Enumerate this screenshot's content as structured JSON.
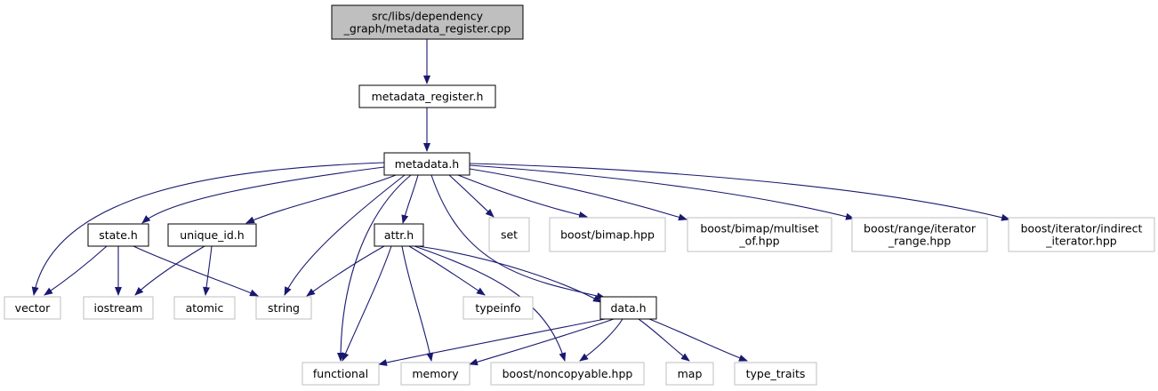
{
  "colors": {
    "edge": "#191970",
    "root_fill": "#bfbfbf",
    "header_border": "#000000",
    "header_fill": "#ffffff",
    "external_border": "#bfbfbf",
    "external_text": "#404040",
    "text": "#000000"
  },
  "nodes": {
    "root": {
      "lines": [
        "src/libs/dependency",
        "_graph/metadata_register.cpp"
      ],
      "kind": "root"
    },
    "metadata_register": {
      "lines": [
        "metadata_register.h"
      ],
      "kind": "header"
    },
    "metadata": {
      "lines": [
        "metadata.h"
      ],
      "kind": "header"
    },
    "state": {
      "lines": [
        "state.h"
      ],
      "kind": "header"
    },
    "unique_id": {
      "lines": [
        "unique_id.h"
      ],
      "kind": "header"
    },
    "attr": {
      "lines": [
        "attr.h"
      ],
      "kind": "header"
    },
    "set": {
      "lines": [
        "set"
      ],
      "kind": "external"
    },
    "boost_bimap": {
      "lines": [
        "boost/bimap.hpp"
      ],
      "kind": "external"
    },
    "boost_multiset": {
      "lines": [
        "boost/bimap/multiset",
        "_of.hpp"
      ],
      "kind": "external"
    },
    "boost_range": {
      "lines": [
        "boost/range/iterator",
        "_range.hpp"
      ],
      "kind": "external"
    },
    "boost_indirect": {
      "lines": [
        "boost/iterator/indirect",
        "_iterator.hpp"
      ],
      "kind": "external"
    },
    "vector": {
      "lines": [
        "vector"
      ],
      "kind": "external"
    },
    "iostream": {
      "lines": [
        "iostream"
      ],
      "kind": "external"
    },
    "atomic": {
      "lines": [
        "atomic"
      ],
      "kind": "external"
    },
    "string": {
      "lines": [
        "string"
      ],
      "kind": "external"
    },
    "typeinfo": {
      "lines": [
        "typeinfo"
      ],
      "kind": "external"
    },
    "data": {
      "lines": [
        "data.h"
      ],
      "kind": "header"
    },
    "functional": {
      "lines": [
        "functional"
      ],
      "kind": "external"
    },
    "memory": {
      "lines": [
        "memory"
      ],
      "kind": "external"
    },
    "boost_noncopyable": {
      "lines": [
        "boost/noncopyable.hpp"
      ],
      "kind": "external"
    },
    "map": {
      "lines": [
        "map"
      ],
      "kind": "external"
    },
    "type_traits": {
      "lines": [
        "type_traits"
      ],
      "kind": "external"
    }
  },
  "edges": [
    [
      "root",
      "metadata_register"
    ],
    [
      "metadata_register",
      "metadata"
    ],
    [
      "metadata",
      "vector"
    ],
    [
      "metadata",
      "state"
    ],
    [
      "metadata",
      "unique_id"
    ],
    [
      "metadata",
      "string"
    ],
    [
      "metadata",
      "functional"
    ],
    [
      "metadata",
      "attr"
    ],
    [
      "metadata",
      "data"
    ],
    [
      "metadata",
      "set"
    ],
    [
      "metadata",
      "boost_bimap"
    ],
    [
      "metadata",
      "boost_multiset"
    ],
    [
      "metadata",
      "boost_range"
    ],
    [
      "metadata",
      "boost_indirect"
    ],
    [
      "state",
      "vector"
    ],
    [
      "state",
      "iostream"
    ],
    [
      "state",
      "string"
    ],
    [
      "unique_id",
      "iostream"
    ],
    [
      "unique_id",
      "atomic"
    ],
    [
      "attr",
      "string"
    ],
    [
      "attr",
      "functional"
    ],
    [
      "attr",
      "memory"
    ],
    [
      "attr",
      "typeinfo"
    ],
    [
      "attr",
      "data"
    ],
    [
      "attr",
      "boost_noncopyable"
    ],
    [
      "data",
      "functional"
    ],
    [
      "data",
      "memory"
    ],
    [
      "data",
      "boost_noncopyable"
    ],
    [
      "data",
      "map"
    ],
    [
      "data",
      "type_traits"
    ]
  ]
}
